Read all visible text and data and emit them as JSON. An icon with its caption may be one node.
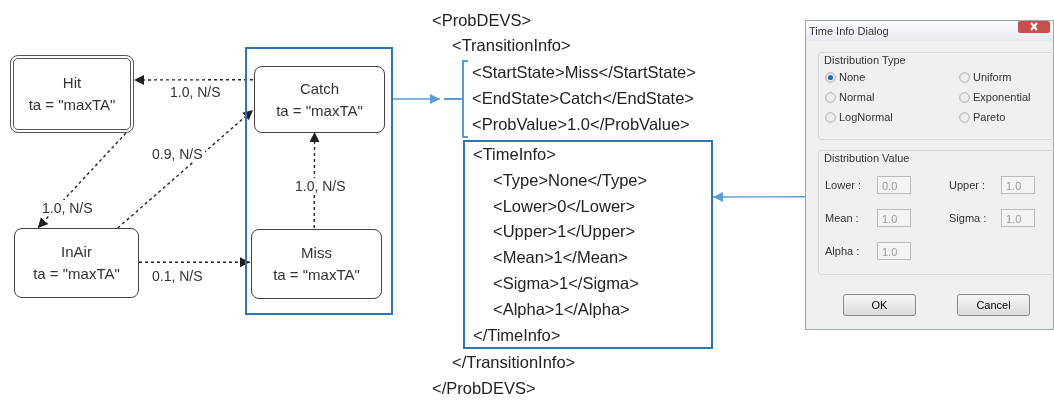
{
  "diagram": {
    "nodes": [
      {
        "text": [
          "Hit",
          "ta = \"maxTA\""
        ]
      },
      {
        "text": [],
        "shape": "box"
      },
      {
        "text": [
          "Catch",
          "ta = \"maxTA\""
        ],
        "in": 1
      },
      {
        "text": [
          "InAir",
          "ta = \"maxTA\""
        ]
      },
      {
        "text": [
          "Miss",
          "ta = \"maxTA\""
        ],
        "in": 1
      },
      {
        "text": [
          "<StartState>Miss</StartState>",
          "<EndState>Catch</EndState>",
          "<ProbValue>1.0</ProbValue>"
        ]
      },
      {
        "text": [
          "<TimeInfo>",
          "<Type>None</Type>",
          "<Lower>0</Lower>",
          "<Upper>1</Upper>",
          "<Mean>1</Mean>",
          "<Sigma>1</Sigma>",
          "<Alpha>1</Alpha>",
          "</TimeInfo>"
        ]
      },
      {
        "text": [
          "Time Info Dialog"
        ]
      },
      {
        "text": [
          "Distribution Type",
          "None",
          "Uniform",
          "Normal",
          "Exponential",
          "LogNormal",
          "Pareto"
        ],
        "in": 7
      },
      {
        "text": [
          "Distribution Value",
          "Lower :",
          "0.0",
          "Upper :",
          "1.0",
          "Mean :",
          "1.0",
          "Sigma :",
          "1.0",
          "Alpha :",
          "1.0"
        ],
        "in": 7
      },
      {
        "text": [
          "OK"
        ],
        "in": 7
      },
      {
        "text": [
          "Cancel"
        ],
        "in": 7
      }
    ],
    "edges": [
      {
        "from": 2,
        "to": 0,
        "arrow": "to",
        "label": "1.0, N/S",
        "style": "dashed"
      },
      {
        "from": 0,
        "to": 3,
        "arrow": "to",
        "label": "1.0, N/S",
        "style": "dashed"
      },
      {
        "from": 3,
        "to": 2,
        "arrow": "to",
        "label": "0.9, N/S",
        "style": "dashed"
      },
      {
        "from": 3,
        "to": 4,
        "arrow": "to",
        "label": "0.1, N/S",
        "style": "dashed"
      },
      {
        "from": 4,
        "to": 2,
        "arrow": "to",
        "label": "1.0, N/S",
        "style": "dashed"
      },
      {
        "from": 1,
        "to": 5,
        "arrow": "to",
        "color": "#5b9bd5"
      },
      {
        "from": 7,
        "to": 6,
        "arrow": "to",
        "color": "#5b9bd5"
      }
    ],
    "labels": [
      "<ProbDEVS>",
      "<TransitionInfo>",
      "</TransitionInfo>",
      "</ProbDEVS>"
    ]
  }
}
